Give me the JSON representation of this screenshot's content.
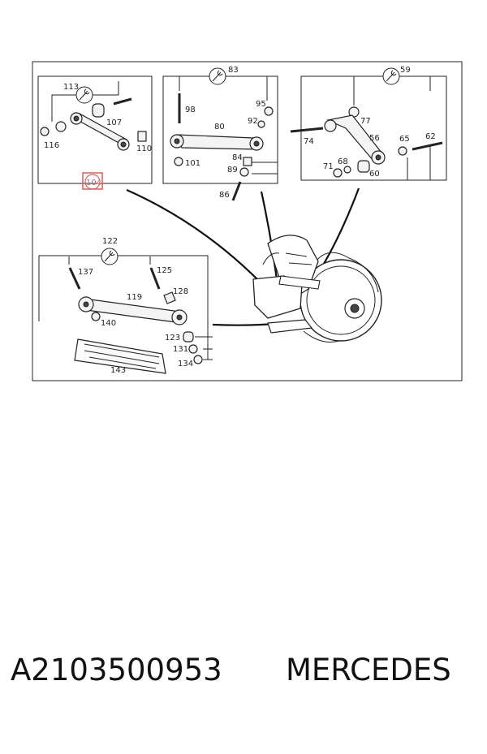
{
  "parts": {
    "p113": "113",
    "p107": "107",
    "p116": "116",
    "p110": "110",
    "p104": "104",
    "p83": "83",
    "p98": "98",
    "p95": "95",
    "p92": "92",
    "p80": "80",
    "p84": "84",
    "p89": "89",
    "p101": "101",
    "p86": "86",
    "p59": "59",
    "p77": "77",
    "p74": "74",
    "p56": "56",
    "p65": "65",
    "p62": "62",
    "p71": "71",
    "p68": "68",
    "p60": "60",
    "p122": "122",
    "p137": "137",
    "p125": "125",
    "p119": "119",
    "p128": "128",
    "p140": "140",
    "p123": "123",
    "p131": "131",
    "p134": "134",
    "p143": "143"
  },
  "caption": {
    "part_number": "A2103500953",
    "brand": "MERCEDES"
  },
  "colors": {
    "highlight": "#e05a5a",
    "ink": "#222222"
  }
}
